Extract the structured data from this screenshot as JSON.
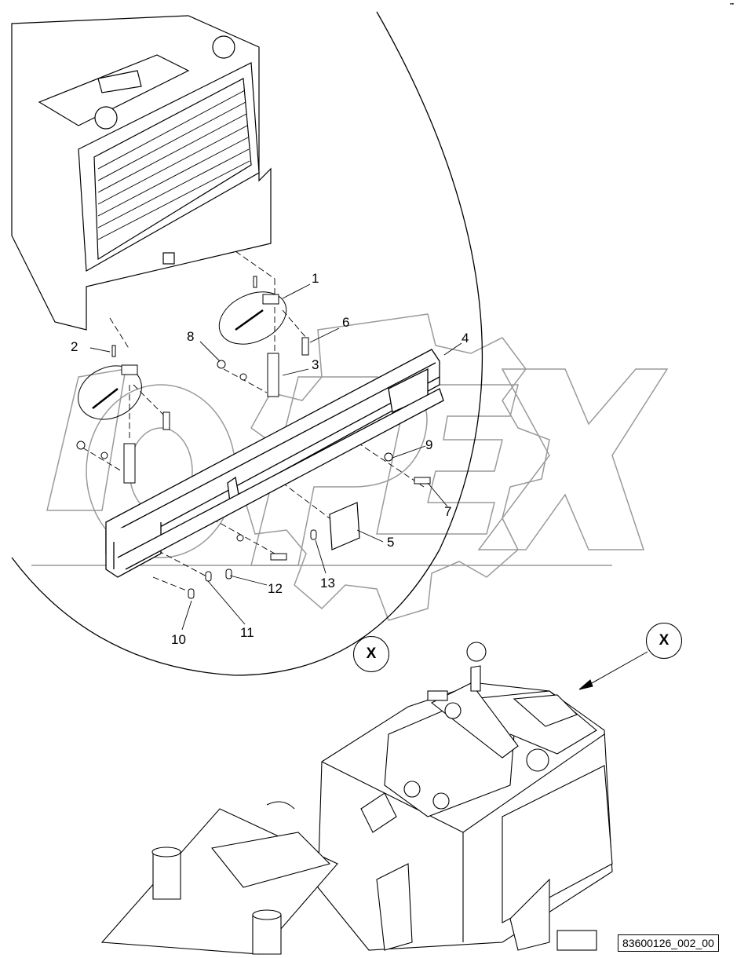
{
  "diagram": {
    "drawing_number": "83600126_002_00",
    "watermark_text": "OPEX",
    "view_label": "X",
    "callouts": [
      "1",
      "2",
      "3",
      "4",
      "5",
      "6",
      "7",
      "8",
      "9",
      "10",
      "11",
      "12",
      "13"
    ],
    "colors": {
      "line": "#000000",
      "watermark": "#9a9a9a",
      "background": "#ffffff"
    }
  }
}
